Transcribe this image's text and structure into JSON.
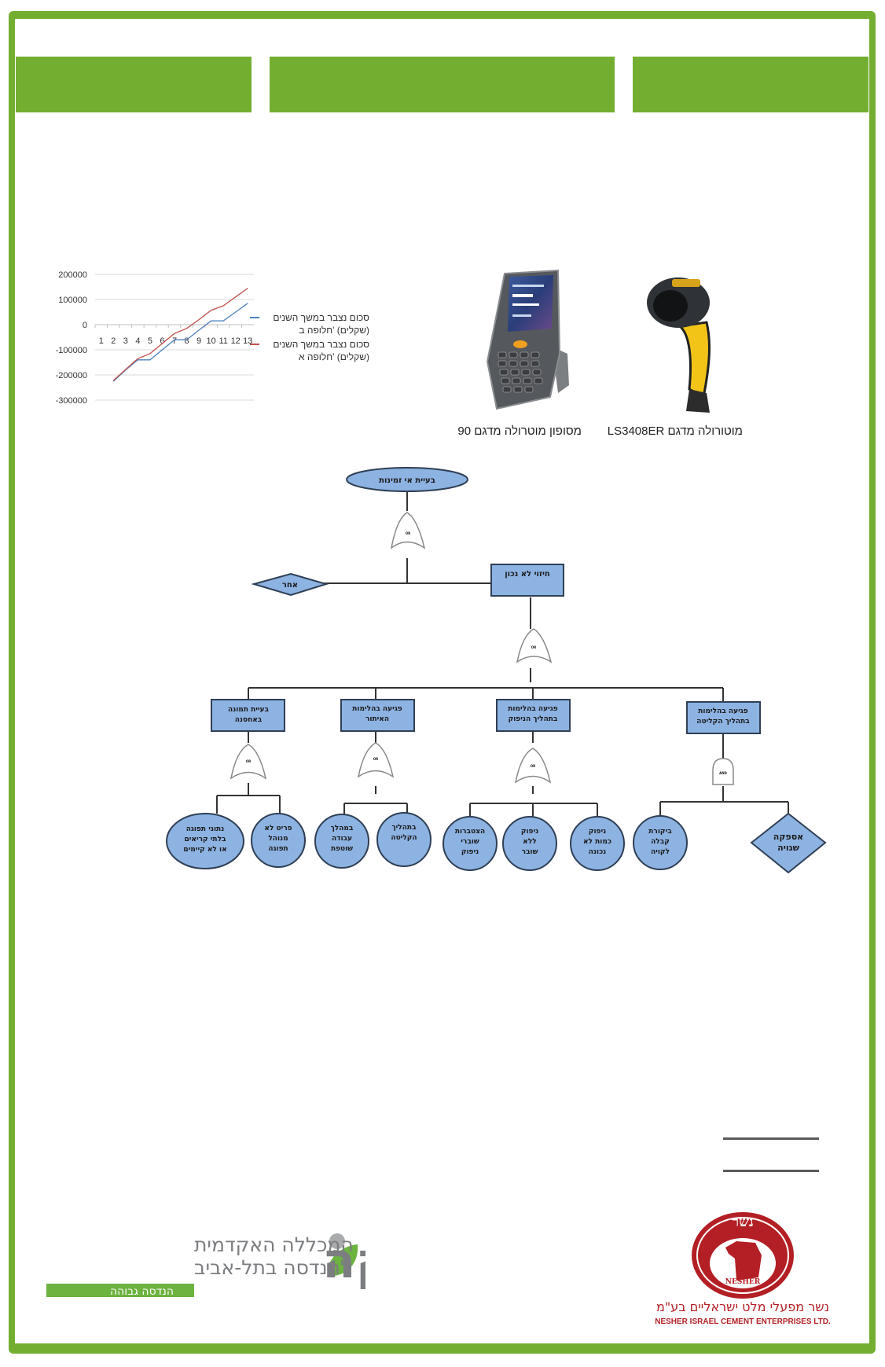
{
  "colors": {
    "frame_green": "#74ae31",
    "node_fill": "#8db3e2",
    "node_stroke": "#2f3f55",
    "series_a": "#c0504d",
    "series_b": "#4f81bd",
    "nesher_red": "#b31f24"
  },
  "chart_data": {
    "type": "line",
    "title": "",
    "xlabel": "",
    "ylabel": "",
    "x": [
      1,
      2,
      3,
      4,
      5,
      6,
      7,
      8,
      9,
      10,
      11,
      12,
      13
    ],
    "x_tick_labels": [
      "1",
      "2",
      "3",
      "4",
      "5",
      "6",
      "7",
      "8",
      "9",
      "10",
      "11",
      "12",
      "13"
    ],
    "y_tick_labels": [
      "200000",
      "100000",
      "0",
      "-100000",
      "-200000",
      "-300000"
    ],
    "ylim": [
      -300000,
      200000
    ],
    "grid": true,
    "legend_position": "right",
    "series": [
      {
        "name": "סכום נצבר במשך השנים (שקלים) 'חלופה ב",
        "line1": "סכום נצבר במשך השנים",
        "line2": "(שקלים) 'חלופה ב",
        "color": "#4f81bd",
        "values": [
          null,
          -225000,
          -180000,
          -140000,
          -140000,
          -100000,
          -60000,
          -60000,
          -22000,
          15000,
          15000,
          50000,
          85000
        ]
      },
      {
        "name": "סכום נצבר במשך השנים (שקלים) 'חלופה א",
        "line1": "סכום נצבר במשך השנים",
        "line2": "(שקלים) 'חלופה א",
        "color": "#c0504d",
        "values": [
          null,
          -222000,
          -178000,
          -135000,
          -115000,
          -75000,
          -35000,
          -15000,
          20000,
          57000,
          75000,
          110000,
          145000
        ]
      }
    ]
  },
  "devices": {
    "mobile_caption": "מסופון מוטרולה מדגם 90",
    "scanner_caption": "מוטורולה מדגם LS3408ER"
  },
  "fault_tree": {
    "top_event": "בעיית אי זמינות",
    "gate_or": "OR",
    "gate_and": "AND",
    "other_event": "אחר",
    "wrong_forecast": "חיזוי לא נכון",
    "intermediate": [
      {
        "line1": "בעיית תמונה",
        "line2": "באחסנה"
      },
      {
        "line1": "פגיעה בהלימות",
        "line2": "האיתור"
      },
      {
        "line1": "פגיעה בהלימות",
        "line2": "בתהליך הניפוק"
      },
      {
        "line1": "פגיעה בהלימות",
        "line2": "בתהליך הקליטה"
      }
    ],
    "leaves": [
      {
        "lines": [
          "נתוני תפוגה",
          "בלתי קריאים",
          "או לא קיימים"
        ]
      },
      {
        "lines": [
          "פריט לא",
          "מנוהל",
          "תפוגה"
        ]
      },
      {
        "lines": [
          "במהלך",
          "עבודה",
          "שוטפת"
        ]
      },
      {
        "lines": [
          "בתהליך",
          "הקליטה"
        ]
      },
      {
        "lines": [
          "הצטברות",
          "שוברי",
          "ניפוק"
        ]
      },
      {
        "lines": [
          "ניפוק",
          "ללא",
          "שובר"
        ]
      },
      {
        "lines": [
          "ניפוק",
          "כמות לא",
          "נכונה"
        ]
      },
      {
        "lines": [
          "ביקורת",
          "קבלה",
          "לקויה"
        ]
      },
      {
        "lines": [
          "אספקה",
          "שגויה"
        ]
      }
    ]
  },
  "logos": {
    "afeka_name": "אפקה",
    "afeka_line1": "המכללה האקדמית",
    "afeka_line2": "להנדסה בתל-אביב",
    "afeka_tag": "הנדסה גבוהה",
    "nesher_hebrew": "נשר",
    "nesher_emblem": "NESHER",
    "nesher_company_he": "נשר מפעלי מלט ישראליים בע\"מ",
    "nesher_company_en": "NESHER ISRAEL CEMENT ENTERPRISES LTD."
  }
}
